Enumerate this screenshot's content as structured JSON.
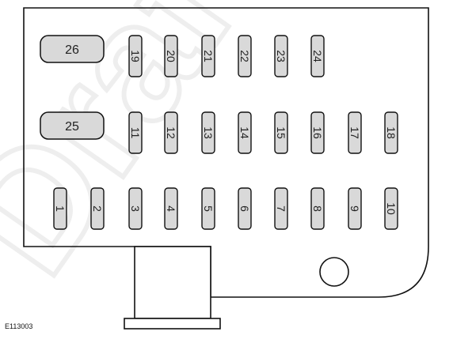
{
  "figure_id": "E113003",
  "watermark": "Draft",
  "colors": {
    "fuse_fill": "#d9d9d9",
    "outline": "#111111",
    "watermark": "#f1f1f1"
  },
  "large_fuses": [
    "26",
    "25"
  ],
  "fuse_rows": [
    [
      "19",
      "20",
      "21",
      "22",
      "23",
      "24"
    ],
    [
      "11",
      "12",
      "13",
      "14",
      "15",
      "16",
      "17",
      "18"
    ],
    [
      "1",
      "2",
      "3",
      "4",
      "5",
      "6",
      "7",
      "8",
      "9",
      "10"
    ]
  ]
}
